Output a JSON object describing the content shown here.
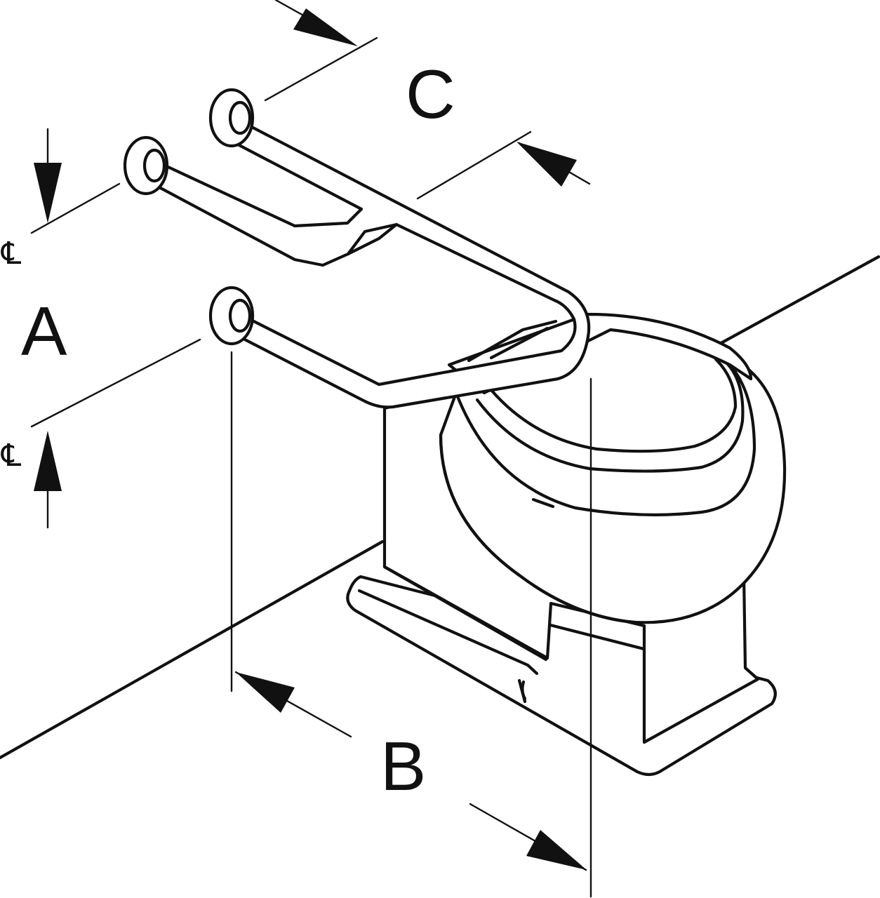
{
  "labels": {
    "a": "A",
    "b": "B",
    "c": "C",
    "centerline_top": "℄",
    "centerline_bottom": "℄"
  },
  "colors": {
    "line": "#111111",
    "background": "#ffffff"
  }
}
